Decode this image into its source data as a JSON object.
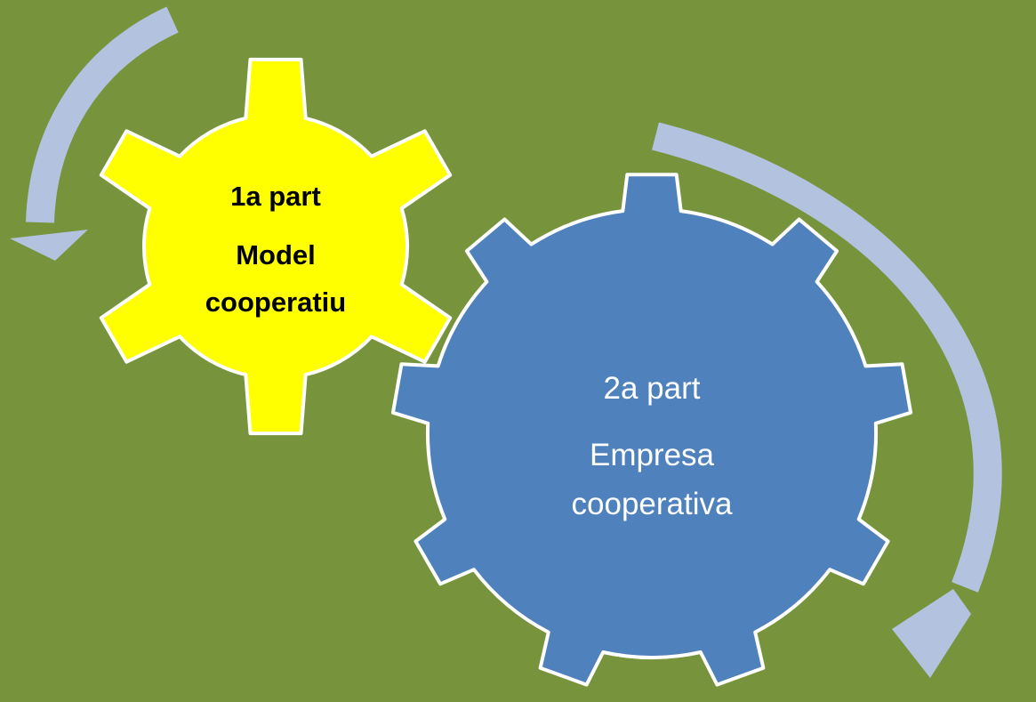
{
  "colors": {
    "background": "#77933c",
    "small_gear_fill": "#ffff00",
    "large_gear_fill": "#4f81bd",
    "gear_outline": "#ffffff",
    "arrow": "#b3c2de",
    "small_gear_text": "#000000",
    "large_gear_text": "#ffffff"
  },
  "small_gear": {
    "title": "1a part",
    "line1": "Model",
    "line2": "cooperatiu"
  },
  "large_gear": {
    "title": "2a part",
    "line1": "Empresa",
    "line2": "cooperativa"
  },
  "arrows": [
    {
      "icon": "curved-arrow-icon",
      "direction": "counter-clockwise"
    },
    {
      "icon": "curved-arrow-icon",
      "direction": "clockwise"
    }
  ]
}
